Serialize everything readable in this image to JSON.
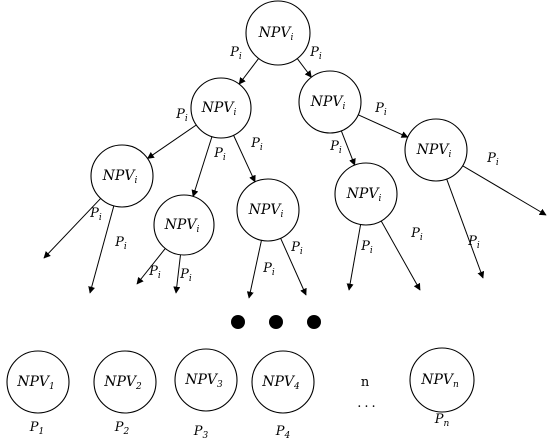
{
  "tree": {
    "node_label": {
      "base": "NPV",
      "sub": "i"
    },
    "edge_label": {
      "base": "P",
      "sub": "i"
    }
  },
  "continuation": {
    "dots_count": 3
  },
  "outcomes": {
    "count_label": "n",
    "ellipsis": "...",
    "items": [
      {
        "node": {
          "base": "NPV",
          "sub": "1"
        },
        "prob": {
          "base": "P",
          "sub": "1"
        }
      },
      {
        "node": {
          "base": "NPV",
          "sub": "2"
        },
        "prob": {
          "base": "P",
          "sub": "2"
        }
      },
      {
        "node": {
          "base": "NPV",
          "sub": "3"
        },
        "prob": {
          "base": "P",
          "sub": "3"
        }
      },
      {
        "node": {
          "base": "NPV",
          "sub": "4"
        },
        "prob": {
          "base": "P",
          "sub": "4"
        }
      },
      {
        "node": {
          "base": "NPV",
          "sub": "n"
        },
        "prob": {
          "base": "P",
          "sub": "n"
        }
      }
    ]
  }
}
